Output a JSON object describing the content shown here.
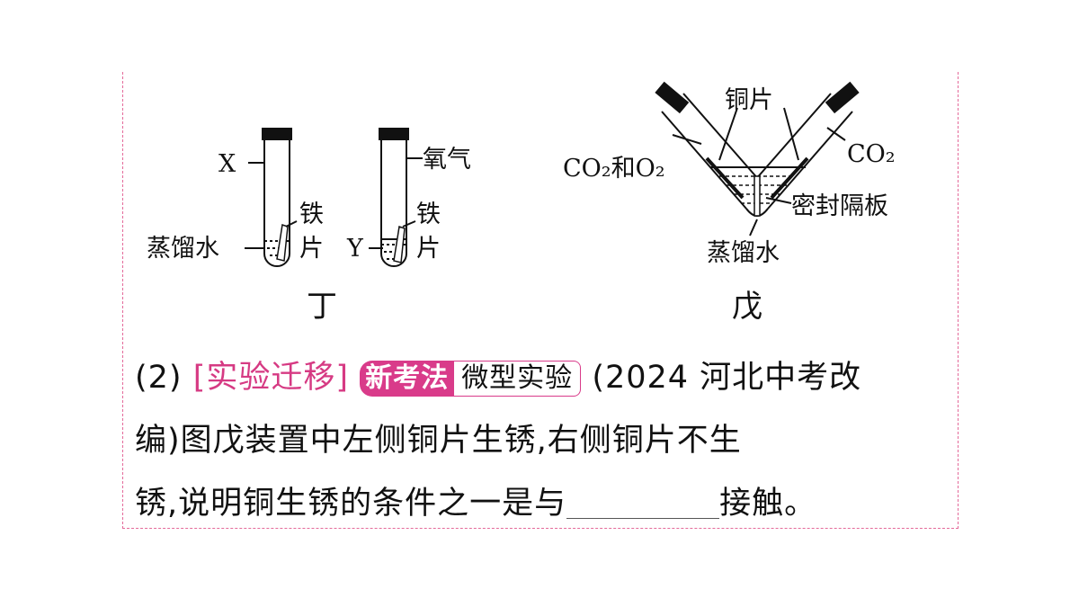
{
  "figure_ding": {
    "label_x": "X",
    "label_oxygen": "氧气",
    "label_iron_left": "铁\n片",
    "label_iron_right": "铁\n片",
    "label_water": "蒸馏水",
    "label_y": "Y",
    "caption": "丁"
  },
  "figure_wu": {
    "label_copper": "铜片",
    "label_left_gas": "CO₂和O₂",
    "label_right_gas": "CO₂",
    "label_partition": "密封隔板",
    "label_water": "蒸馏水",
    "caption": "戊"
  },
  "question": {
    "number": "(2)",
    "tag": "实验迁移",
    "badge_main": "新考法",
    "badge_sub": "微型实验",
    "source": "(2024 河北中考改",
    "line2": "编)图戊装置中左侧铜片生锈,右侧铜片不生",
    "line3_before": "锈,说明铜生锈的条件之一是与",
    "line3_after": "接触。"
  },
  "colors": {
    "accent": "#d93b8a",
    "frame": "#e46a9a"
  }
}
